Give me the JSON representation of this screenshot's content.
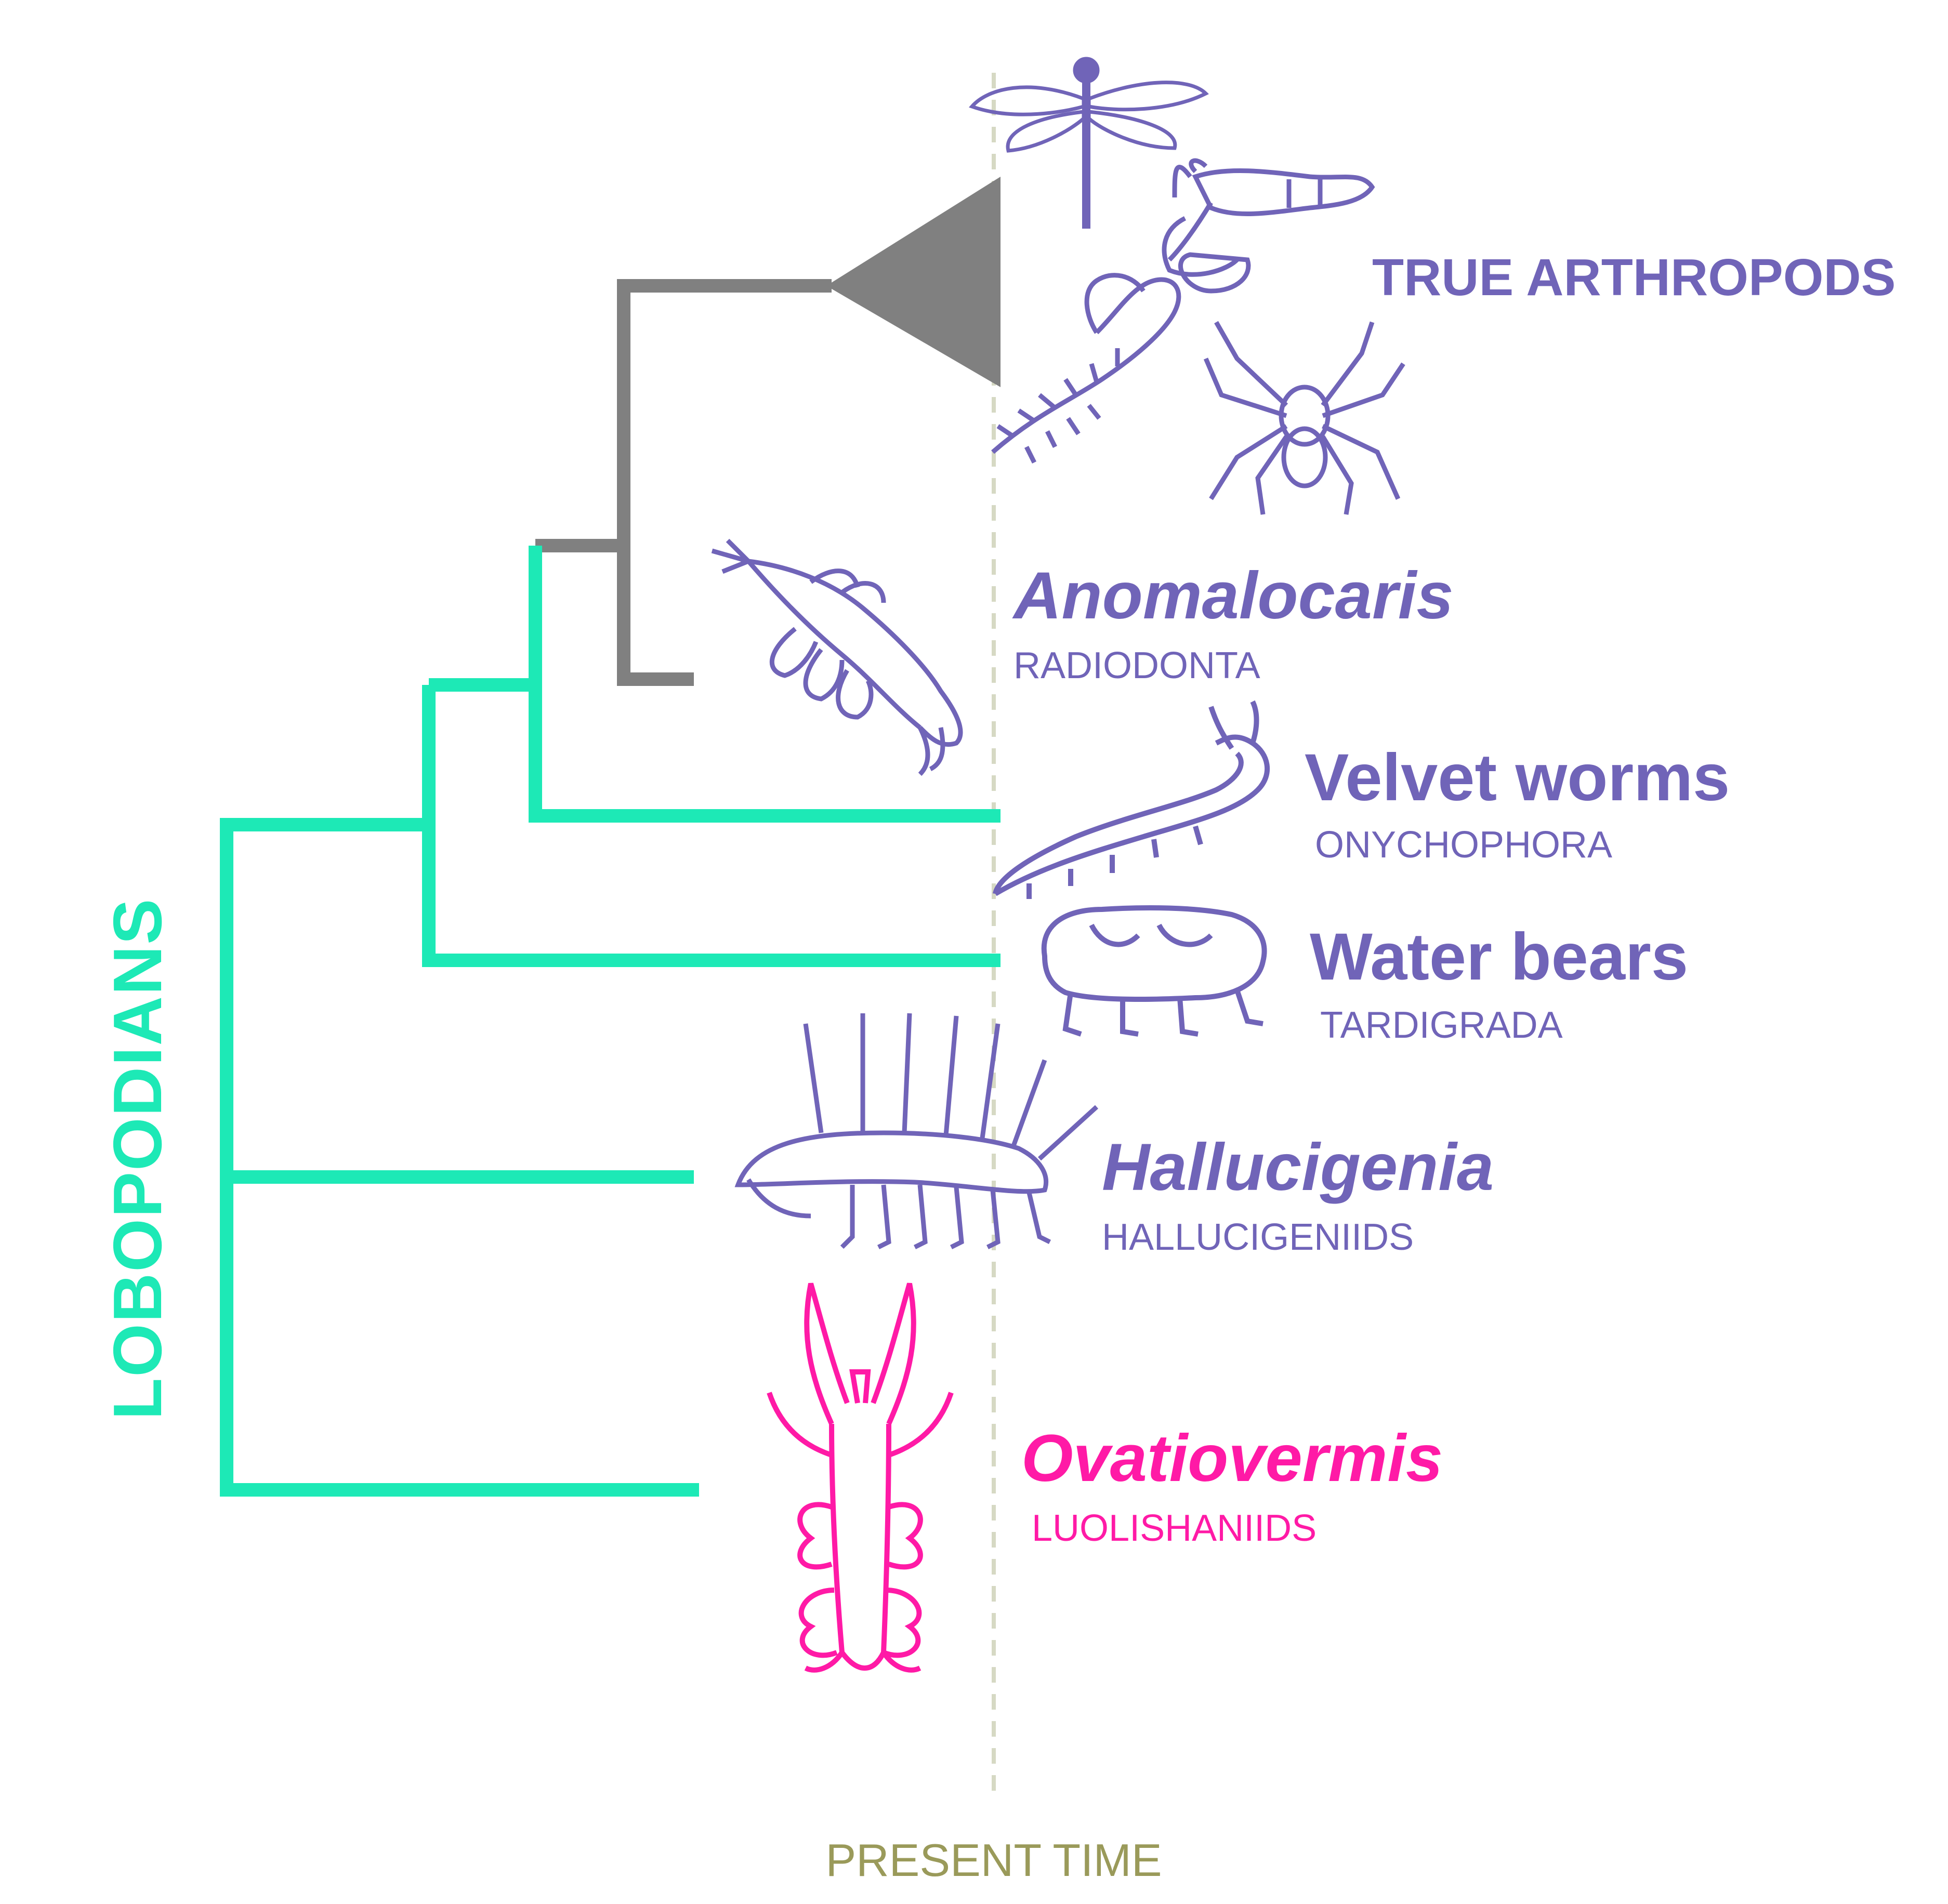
{
  "colors": {
    "lobopodian": "#1de9b6",
    "arthropod_branch": "#808080",
    "taxon_purple": "#7064b8",
    "ovatiovermis": "#ff1aa6",
    "present_line": "#d6d9c4",
    "present_label": "#9a9a5a"
  },
  "taxa": [
    {
      "name": "TRUE ARTHROPODS",
      "group": "",
      "italic": false,
      "color_key": "taxon_purple",
      "icons": [
        "dragonfly-icon",
        "lobster-icon",
        "centipede-icon",
        "spider-icon"
      ]
    },
    {
      "name": "Anomalocaris",
      "group": "RADIODONTA",
      "italic": true,
      "color_key": "taxon_purple",
      "icons": [
        "anomalocaris-icon"
      ]
    },
    {
      "name": "Velvet worms",
      "group": "ONYCHOPHORA",
      "italic": false,
      "color_key": "taxon_purple",
      "icons": [
        "velvet-worm-icon"
      ]
    },
    {
      "name": "Water bears",
      "group": "TARDIGRADA",
      "italic": false,
      "color_key": "taxon_purple",
      "icons": [
        "water-bear-icon"
      ]
    },
    {
      "name": "Hallucigenia",
      "group": "HALLUCIGENIIDS",
      "italic": true,
      "color_key": "taxon_purple",
      "icons": [
        "hallucigenia-icon"
      ]
    },
    {
      "name": "Ovatiovermis",
      "group": "LUOLISHANIIDS",
      "italic": true,
      "color_key": "ovatiovermis",
      "icons": [
        "ovatiovermis-icon"
      ]
    }
  ],
  "clade_label": "LOBOPODIANS",
  "present_label": "PRESENT TIME"
}
